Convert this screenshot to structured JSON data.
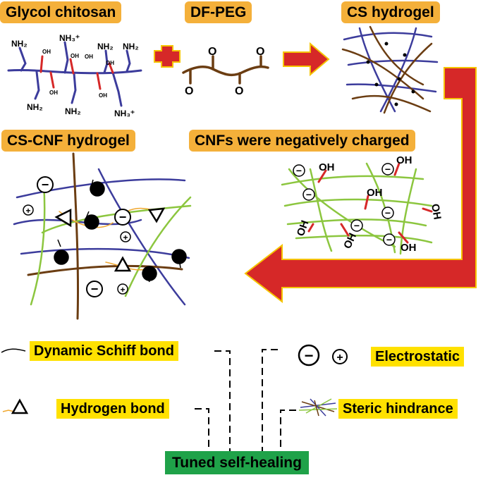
{
  "labels": {
    "glycol_chitosan": "Glycol chitosan",
    "df_peg": "DF-PEG",
    "cs_hydrogel": "CS hydrogel",
    "cs_cnf_hydrogel": "CS-CNF hydrogel",
    "cnfs_charged": "CNFs were negatively charged",
    "dynamic_schiff_bond": "Dynamic Schiff bond",
    "hydrogen_bond": "Hydrogen bond",
    "electrostatic": "Electrostatic",
    "steric_hindrance": "Steric hindrance",
    "tuned_self_healing": "Tuned self-healing"
  },
  "chemistry": {
    "nh2": "NH₂",
    "nh3_plus": "NH₃⁺",
    "oh": "OH",
    "carbonyl_o": "O"
  },
  "symbols": {
    "negative": "−",
    "positive": "+"
  },
  "colors": {
    "label_orange": "#f4b03a",
    "label_yellow": "#ffe100",
    "label_green": "#1fa249",
    "arrow_red": "#d62828",
    "arrow_outline": "#f5c400",
    "chitosan_blue": "#3c3c9c",
    "peg_brown": "#6b3d12",
    "cnf_green": "#8cc63f",
    "hydroxyl_red": "#d62828",
    "hbond_orange": "#f0a830"
  }
}
